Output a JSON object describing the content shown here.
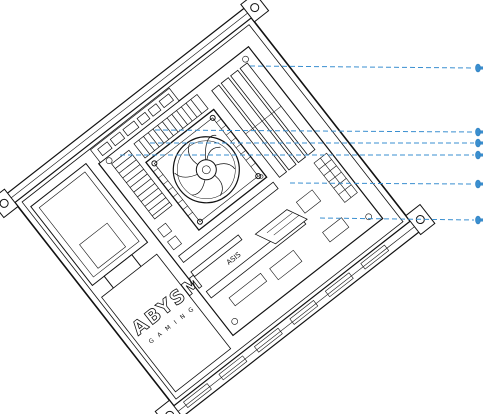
{
  "diagram": {
    "brand_logo": "ABYSM",
    "brand_sub": "GAMING",
    "board_mark": "ASIS",
    "line_color": "#111111",
    "leader_color": "#3a8fd0",
    "screw_icon": "screw-icon",
    "callout_count": 6
  }
}
